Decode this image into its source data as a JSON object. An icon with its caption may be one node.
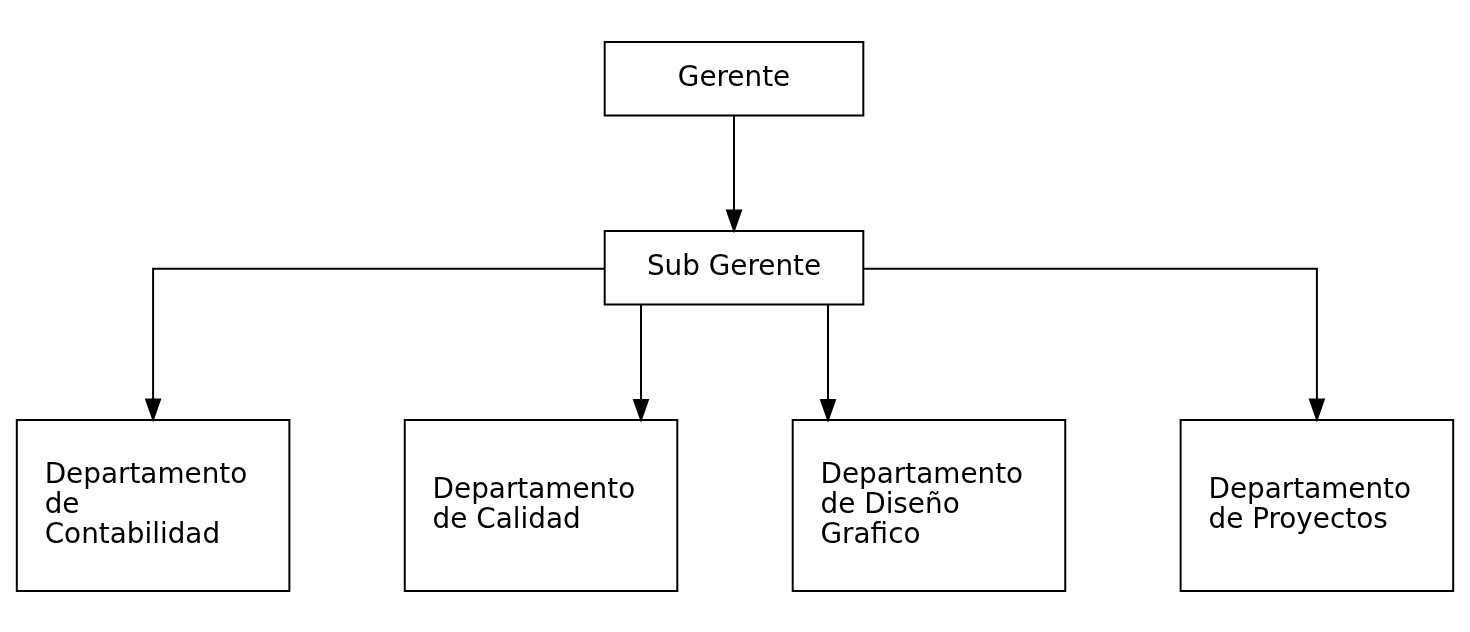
{
  "diagram": {
    "nodes": [
      {
        "text": [
          "Gerente"
        ]
      },
      {
        "text": [
          "Sub Gerente"
        ]
      },
      {
        "text": [
          "Departamento de Contabilidad"
        ]
      },
      {
        "text": [
          "Departamento de Calidad"
        ]
      },
      {
        "text": [
          "Departamento de Diseño Grafico"
        ]
      },
      {
        "text": [
          "Departamento de Proyectos"
        ]
      }
    ],
    "edges": [
      {
        "from": 0,
        "to": 1,
        "arrow": "to"
      },
      {
        "from": 1,
        "to": 2,
        "arrow": "to"
      },
      {
        "from": 1,
        "to": 3,
        "arrow": "to"
      },
      {
        "from": 1,
        "to": 4,
        "arrow": "to"
      },
      {
        "from": 1,
        "to": 5,
        "arrow": "to"
      }
    ]
  }
}
